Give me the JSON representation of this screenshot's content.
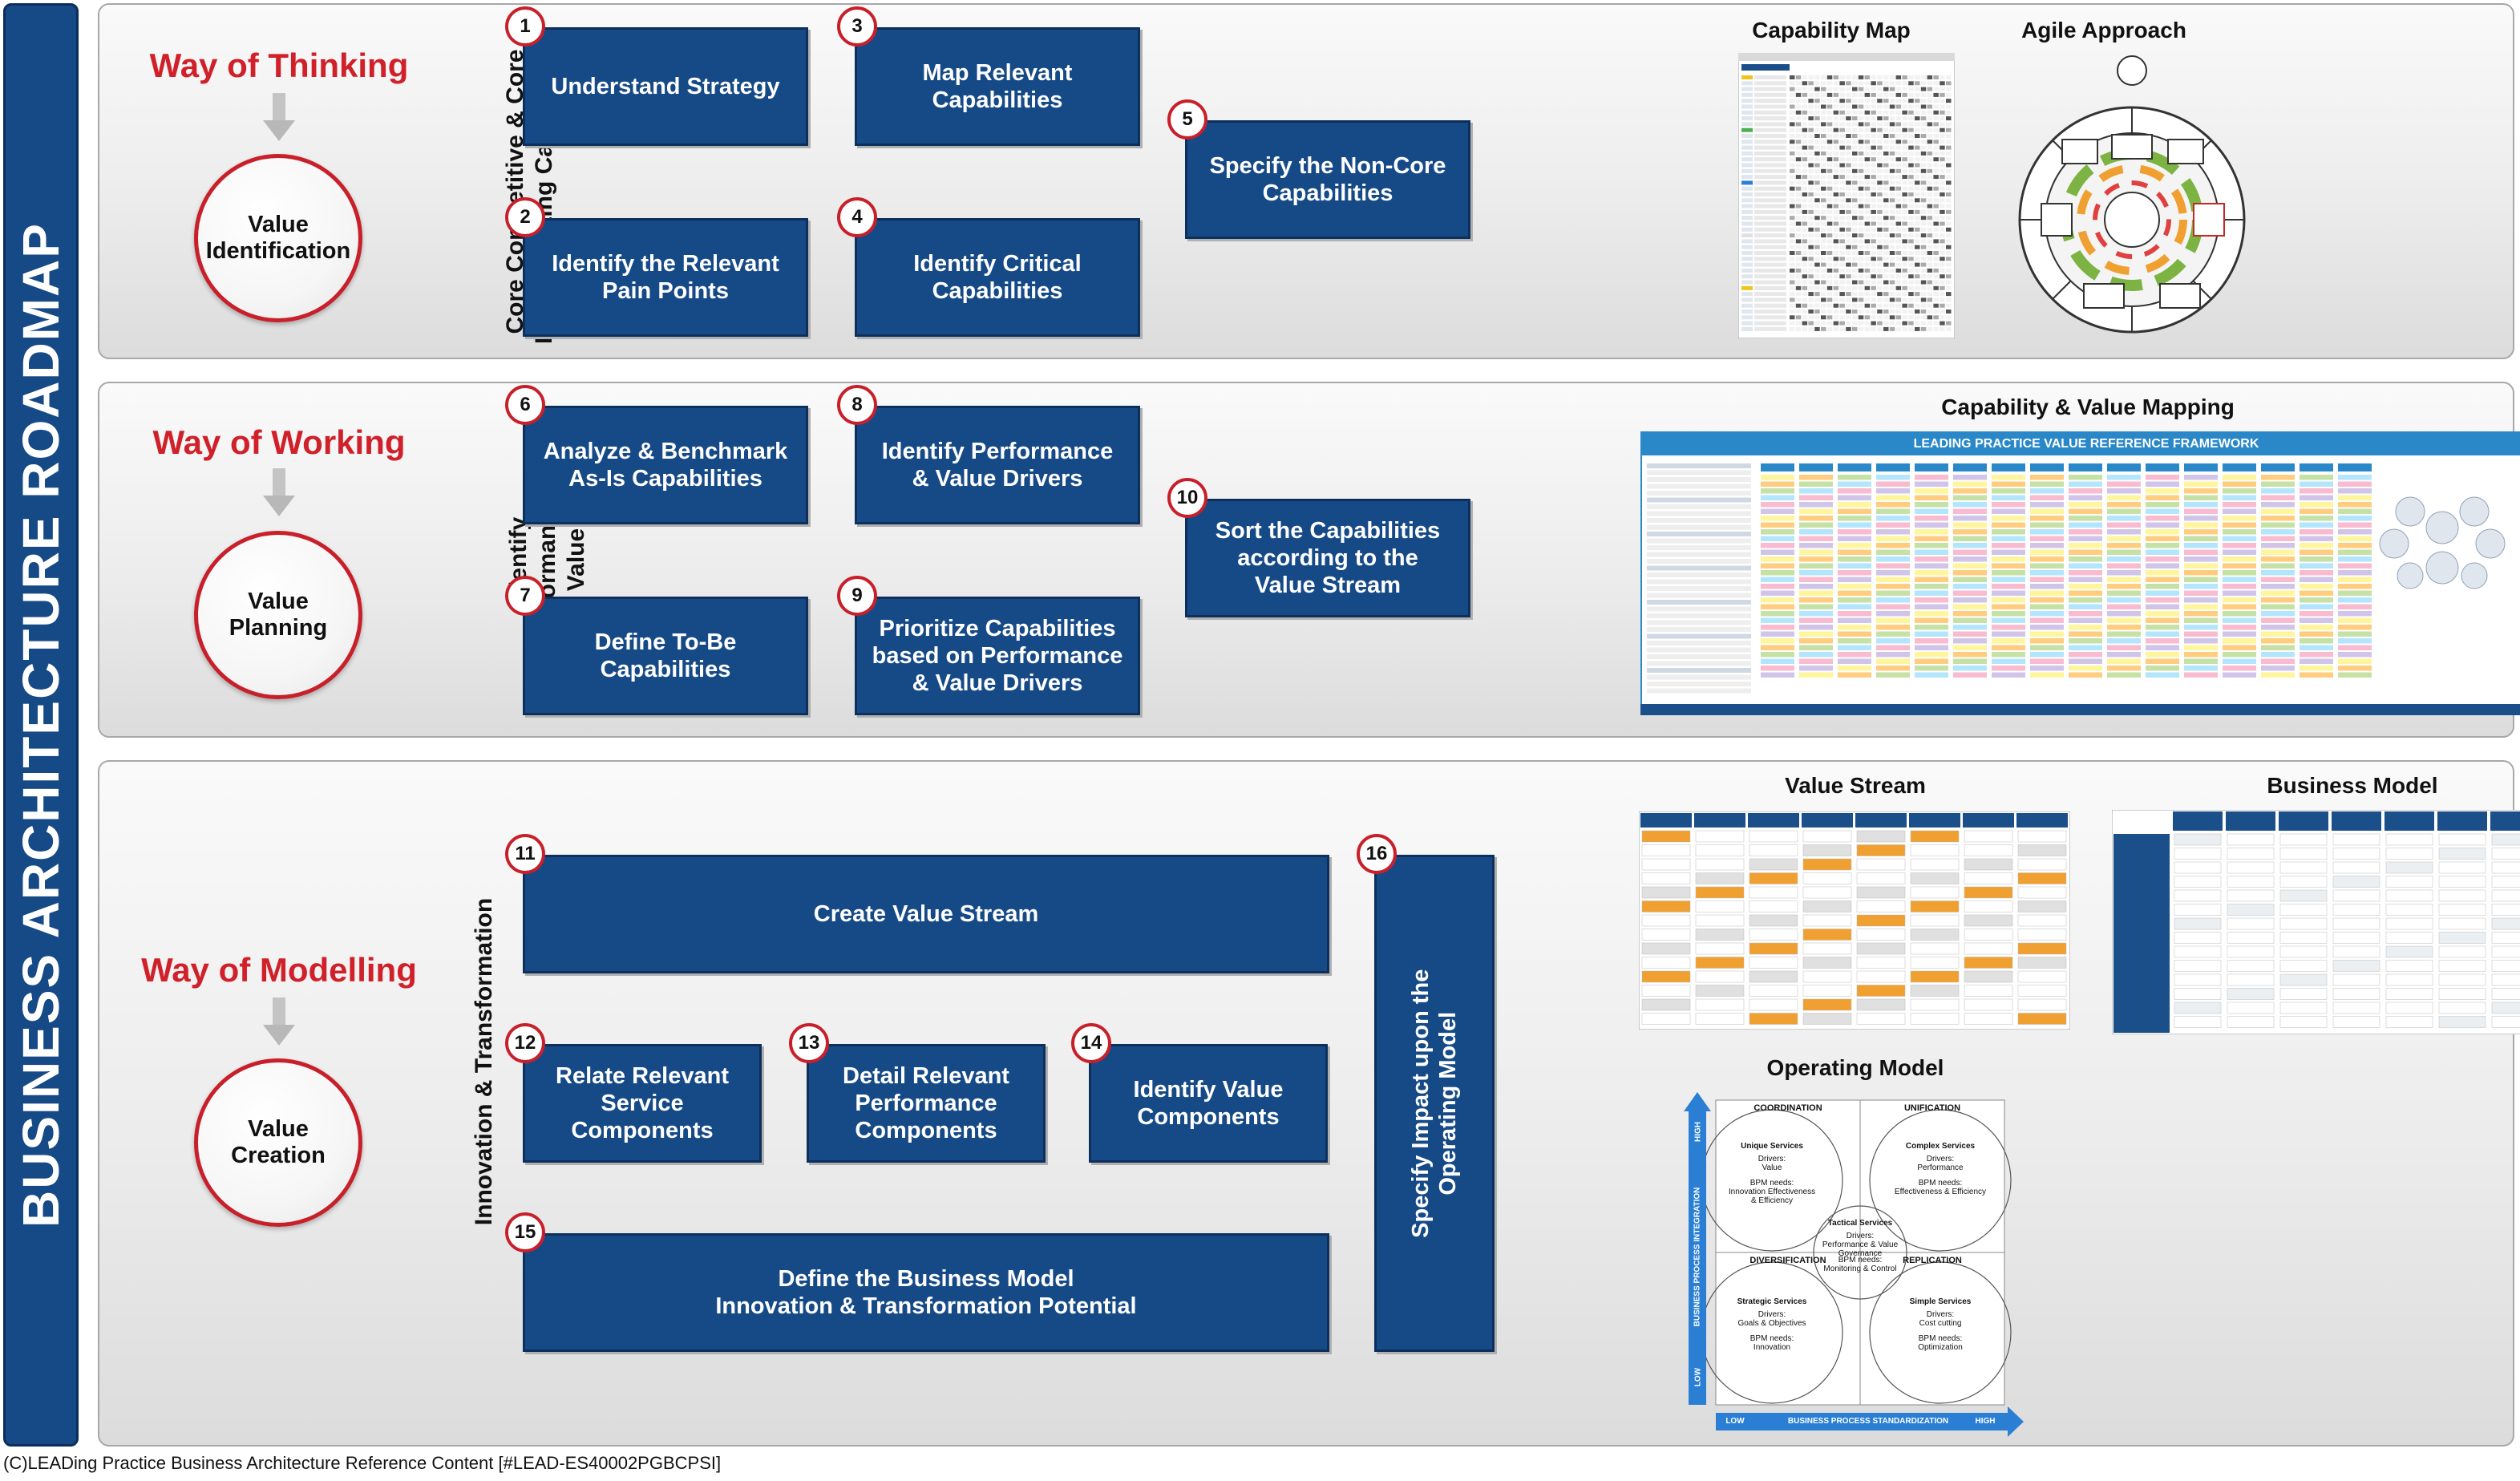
{
  "banner_title": "BUSINESS ARCHITECTURE ROADMAP",
  "sections": [
    {
      "way": "Way of Thinking",
      "value": "Value\nIdentification",
      "vertical_label": "Core Competitive & Core\nDifferentiating Capabilities",
      "thumbnails": [
        "Capability Map",
        "Agile Approach"
      ]
    },
    {
      "way": "Way of Working",
      "value": "Value\nPlanning",
      "vertical_label": "Identify\nPerformance & Value",
      "thumbnails": [
        "Capability & Value Mapping"
      ]
    },
    {
      "way": "Way of Modelling",
      "value": "Value\nCreation",
      "vertical_label": "Innovation & Transformation",
      "thumbnails": [
        "Value Stream",
        "Business Model",
        "Operating Model"
      ]
    }
  ],
  "steps": [
    {
      "num": "1",
      "label": "Understand Strategy"
    },
    {
      "num": "2",
      "label": "Identify the Relevant\nPain Points"
    },
    {
      "num": "3",
      "label": "Map Relevant\nCapabilities"
    },
    {
      "num": "4",
      "label": "Identify Critical\nCapabilities"
    },
    {
      "num": "5",
      "label": "Specify the Non-Core\nCapabilities"
    },
    {
      "num": "6",
      "label": "Analyze & Benchmark\nAs-Is Capabilities"
    },
    {
      "num": "7",
      "label": "Define To-Be\nCapabilities"
    },
    {
      "num": "8",
      "label": "Identify Performance\n& Value Drivers"
    },
    {
      "num": "9",
      "label": "Prioritize Capabilities\nbased on Performance\n& Value Drivers"
    },
    {
      "num": "10",
      "label": "Sort the Capabilities\naccording to the\nValue Stream"
    },
    {
      "num": "11",
      "label": "Create Value Stream"
    },
    {
      "num": "12",
      "label": "Relate Relevant\nService\nComponents"
    },
    {
      "num": "13",
      "label": "Detail Relevant\nPerformance\nComponents"
    },
    {
      "num": "14",
      "label": "Identify Value\nComponents"
    },
    {
      "num": "15",
      "label": "Define the Business Model\nInnovation & Transformation Potential"
    },
    {
      "num": "16",
      "label": "Specify Impact upon the\nOperating Model"
    }
  ],
  "operating_model": {
    "quadrants": [
      "COORDINATION",
      "UNIFICATION",
      "DIVERSIFICATION",
      "REPLICATION"
    ],
    "circles": [
      {
        "title": "Unique Services",
        "drivers": "Drivers:\nValue",
        "bpm": "BPM needs:\nInnovation Effectiveness\n& Efficiency"
      },
      {
        "title": "Complex Services",
        "drivers": "Drivers:\nPerformance",
        "bpm": "BPM needs:\nEffectiveness & Efficiency"
      },
      {
        "title": "Tactical Services",
        "drivers": "Drivers:\nPerformance & Value\nGovernance",
        "bpm": "BPM needs:\nMonitoring & Control"
      },
      {
        "title": "Strategic Services",
        "drivers": "Drivers:\nGoals & Objectives",
        "bpm": "BPM needs:\nInnovation"
      },
      {
        "title": "Simple Services",
        "drivers": "Drivers:\nCost cutting",
        "bpm": "BPM needs:\nOptimization"
      }
    ],
    "y_axis": {
      "label": "BUSINESS PROCESS INTEGRATION",
      "low": "LOW",
      "high": "HIGH"
    },
    "x_axis": {
      "label": "BUSINESS PROCESS STANDARDIZATION",
      "low": "LOW",
      "high": "HIGH"
    }
  },
  "capability_value_mapping_header": "LEADING PRACTICE VALUE REFERENCE FRAMEWORK",
  "footer": "(C)LEADing Practice Business Architecture Reference Content [#LEAD-ES40002PGBCPSI]",
  "colors": {
    "box_blue": "#164a87",
    "accent_red": "#d0202a",
    "arrow_blue": "#2a7fd4"
  }
}
